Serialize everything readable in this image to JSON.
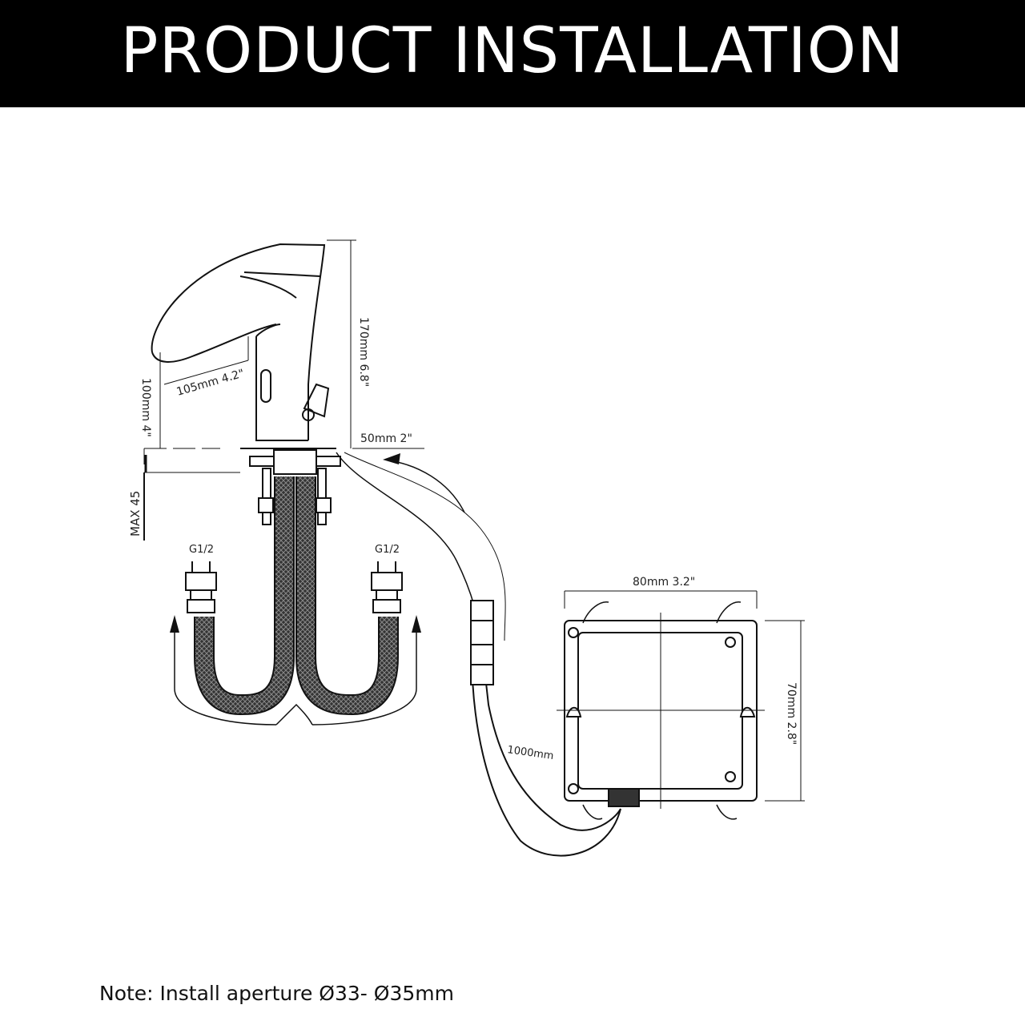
{
  "banner": {
    "title": "PRODUCT INSTALLATION"
  },
  "dimensions": {
    "spout_reach": "105mm 4.2\"",
    "faucet_height": "170mm 6.8\"",
    "spout_height": "100mm 4\"",
    "deck_thickness": "MAX 45",
    "base_diameter": "50mm 2\"",
    "box_width": "80mm 3.2\"",
    "box_height": "70mm 2.8\"",
    "cable_length": "1000mm"
  },
  "hoses": {
    "left_thread": "G1/2",
    "right_thread": "G1/2"
  },
  "note": "Note: Install aperture Ø33- Ø35mm",
  "colors": {
    "banner_bg": "#000000",
    "banner_text": "#ffffff",
    "line": "#111111"
  }
}
